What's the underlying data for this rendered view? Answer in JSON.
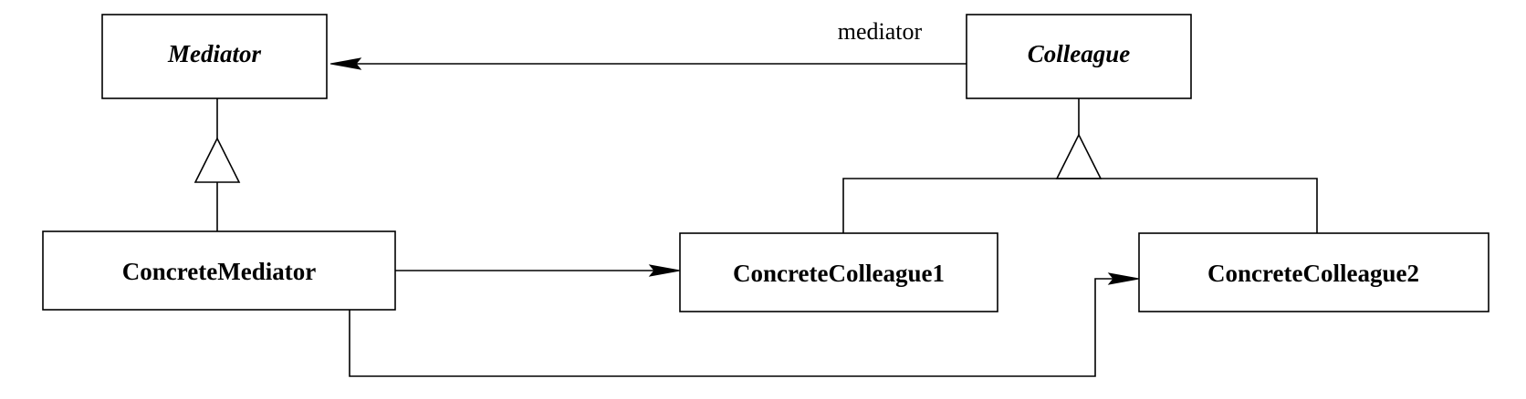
{
  "classes": {
    "mediator": {
      "name": "Mediator",
      "abstract": true
    },
    "colleague": {
      "name": "Colleague",
      "abstract": true
    },
    "concrete_mediator": {
      "name": "ConcreteMediator",
      "abstract": false
    },
    "concrete_colleague1": {
      "name": "ConcreteColleague1",
      "abstract": false
    },
    "concrete_colleague2": {
      "name": "ConcreteColleague2",
      "abstract": false
    }
  },
  "associations": {
    "colleague_to_mediator": {
      "role": "mediator"
    }
  },
  "colors": {
    "stroke": "#000000",
    "background": "#ffffff"
  }
}
